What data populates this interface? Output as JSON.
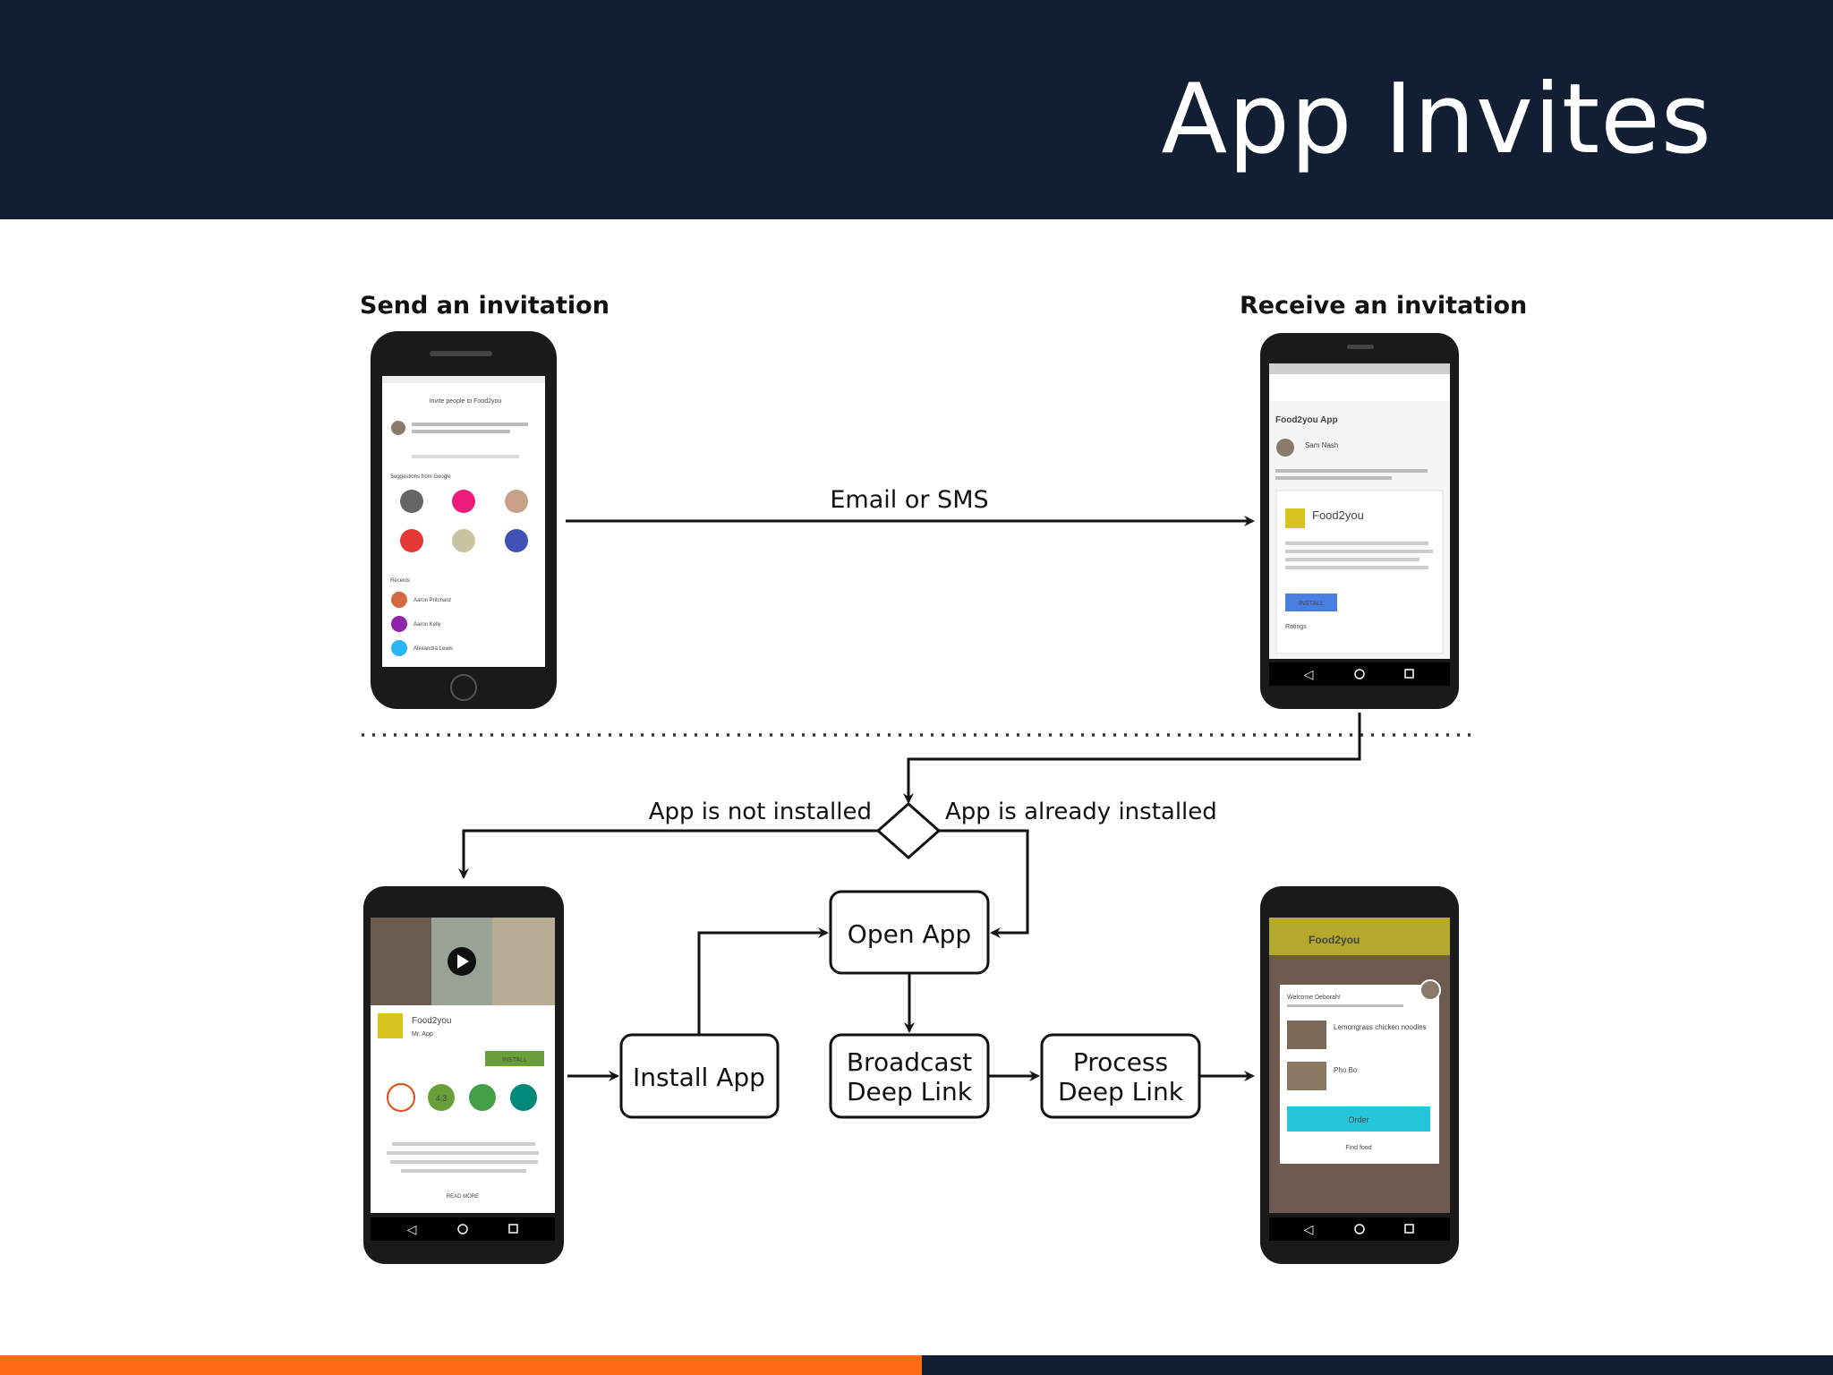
{
  "slide": {
    "title": "App Invites",
    "footer_colors": {
      "left": "#ff6a13",
      "right": "#121e33"
    },
    "header_color": "#121e33"
  },
  "diagram": {
    "send_label": "Send an invitation",
    "receive_label": "Receive an invitation",
    "channel_label": "Email or SMS",
    "branch_not_installed": "App is not installed",
    "branch_installed": "App is already installed",
    "nodes": {
      "open_app": "Open App",
      "install_app": "Install App",
      "broadcast_line1": "Broadcast",
      "broadcast_line2": "Deep Link",
      "process_line1": "Process",
      "process_line2": "Deep Link"
    }
  },
  "phones": {
    "send": {
      "header": "Invite people to Food2you",
      "suggestions_label": "Suggestions from Google",
      "recents_label": "Recents",
      "contacts": [
        "Aaron Pritchard",
        "Aaron Kelly",
        "Alexandra Lewis"
      ]
    },
    "receive": {
      "subject": "Food2you App",
      "sender": "Sam Nash",
      "app_name": "Food2you",
      "install_button": "INSTALL",
      "ratings_label": "Ratings"
    },
    "store": {
      "app_name": "Food2you",
      "developer": "Mr. App",
      "install_button": "INSTALL",
      "read_more": "READ MORE",
      "rating": "4.3"
    },
    "app": {
      "app_bar_title": "Food2you",
      "welcome": "Welcome Deborah!",
      "items": [
        "Lemongrass chicken noodles",
        "Pho Bo"
      ],
      "order_button": "Order",
      "secondary_link": "Find food"
    }
  }
}
